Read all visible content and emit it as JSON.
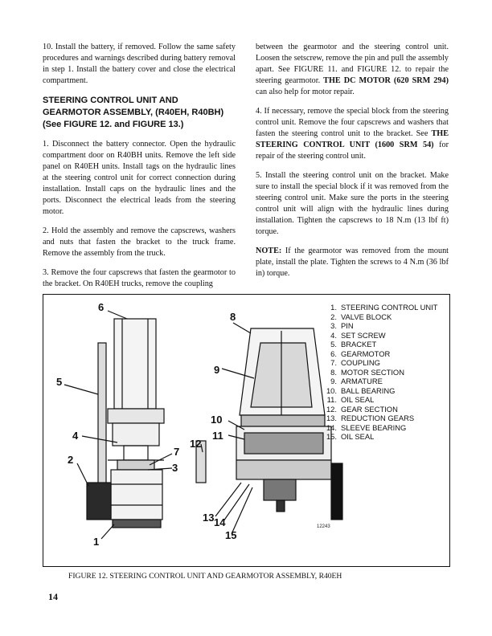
{
  "left_column": {
    "p1": "10. Install the battery, if removed.  Follow the same safety procedures and warnings described during battery removal in step 1. Install the battery cover and close the electrical compartment.",
    "heading": "STEERING CONTROL UNIT AND GEARMOTOR ASSEMBLY, (R40EH, R40BH) (See FIGURE 12. and FIGURE 13.)",
    "p2": "1. Disconnect the battery connector. Open the hydraulic compartment door on R40BH units. Remove the left side panel on R40EH units. Install tags on the hydraulic lines at the steering control unit for correct connection during installation. Install caps on the hydraulic lines and the ports. Disconnect the electrical leads from the steering motor.",
    "p3": "2. Hold the assembly and remove the capscrews, washers and nuts that fasten the bracket to the truck frame. Remove the assembly from the truck.",
    "p4": "3. Remove the four capscrews that fasten the gearmotor to the bracket. On R40EH trucks, remove the coupling"
  },
  "right_column": {
    "p1_text": "between the gearmotor and the steering control unit. Loosen the setscrew, remove the pin and pull the assembly apart. See FIGURE 11. and FIGURE 12. to repair the steering gearmotor. ",
    "p1_bold": "THE DC MOTOR (620 SRM 294)",
    "p1_tail": " can also help for motor repair.",
    "p2_text": "4. If necessary, remove the special block from the steering control unit. Remove the four capscrews and washers that fasten the steering control unit to the bracket. See ",
    "p2_bold": "THE STEERING CONTROL UNIT (1600 SRM 54)",
    "p2_tail": " for repair of the steering control unit.",
    "p3": "5. Install the steering control unit on the bracket. Make sure to install the special block if it was removed from the steering control unit. Make sure the ports in the steering control unit will align with the hydraulic lines during installation. Tighten the capscrews to 18 N.m (13 lbf ft) torque.",
    "note_label": "NOTE:",
    "note_text": " If the gearmotor was removed from the mount plate, install the plate. Tighten the screws to 4 N.m (36 lbf in) torque."
  },
  "figure": {
    "legend": [
      {
        "n": "1.",
        "label": "STEERING CONTROL UNIT"
      },
      {
        "n": "2.",
        "label": "VALVE BLOCK"
      },
      {
        "n": "3.",
        "label": "PIN"
      },
      {
        "n": "4.",
        "label": "SET SCREW"
      },
      {
        "n": "5.",
        "label": "BRACKET"
      },
      {
        "n": "6.",
        "label": "GEARMOTOR"
      },
      {
        "n": "7.",
        "label": "COUPLING"
      },
      {
        "n": "8.",
        "label": "MOTOR SECTION"
      },
      {
        "n": "9.",
        "label": "ARMATURE"
      },
      {
        "n": "10.",
        "label": "BALL BEARING"
      },
      {
        "n": "11.",
        "label": "OIL SEAL"
      },
      {
        "n": "12.",
        "label": "GEAR SECTION"
      },
      {
        "n": "13.",
        "label": "REDUCTION GEARS"
      },
      {
        "n": "14.",
        "label": "SLEEVE BEARING"
      },
      {
        "n": "15.",
        "label": "OIL SEAL"
      }
    ],
    "callouts": [
      "1",
      "2",
      "3",
      "4",
      "5",
      "6",
      "7",
      "8",
      "9",
      "10",
      "11",
      "12",
      "13",
      "14",
      "15"
    ],
    "drawing_number": "12243",
    "caption": "FIGURE 12. STEERING CONTROL UNIT AND GEARMOTOR ASSEMBLY, R40EH"
  },
  "page_number": "14"
}
